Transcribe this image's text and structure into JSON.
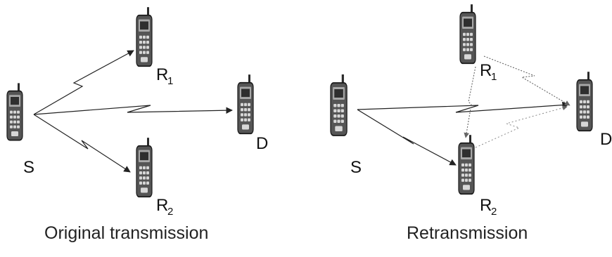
{
  "diagrams": [
    {
      "caption": "Original transmission",
      "nodes": {
        "S": {
          "label": "S"
        },
        "R1": {
          "label": "R",
          "subscript": "1"
        },
        "D": {
          "label": "D"
        },
        "R2": {
          "label": "R",
          "subscript": "2"
        }
      },
      "links": [
        {
          "from": "S",
          "to": "R1",
          "style": "solid"
        },
        {
          "from": "S",
          "to": "D",
          "style": "solid"
        },
        {
          "from": "S",
          "to": "R2",
          "style": "solid"
        }
      ]
    },
    {
      "caption": "Retransmission",
      "nodes": {
        "S": {
          "label": "S"
        },
        "R1": {
          "label": "R",
          "subscript": "1"
        },
        "D": {
          "label": "D"
        },
        "R2": {
          "label": "R",
          "subscript": "2"
        }
      },
      "links": [
        {
          "from": "S",
          "to": "D",
          "style": "solid"
        },
        {
          "from": "S",
          "to": "R2",
          "style": "solid"
        },
        {
          "from": "R1",
          "to": "D",
          "style": "dotted"
        },
        {
          "from": "R1",
          "to": "R2",
          "style": "dotted"
        },
        {
          "from": "R2",
          "to": "D",
          "style": "dotted"
        }
      ]
    }
  ],
  "icon": "mobile-phone-icon"
}
